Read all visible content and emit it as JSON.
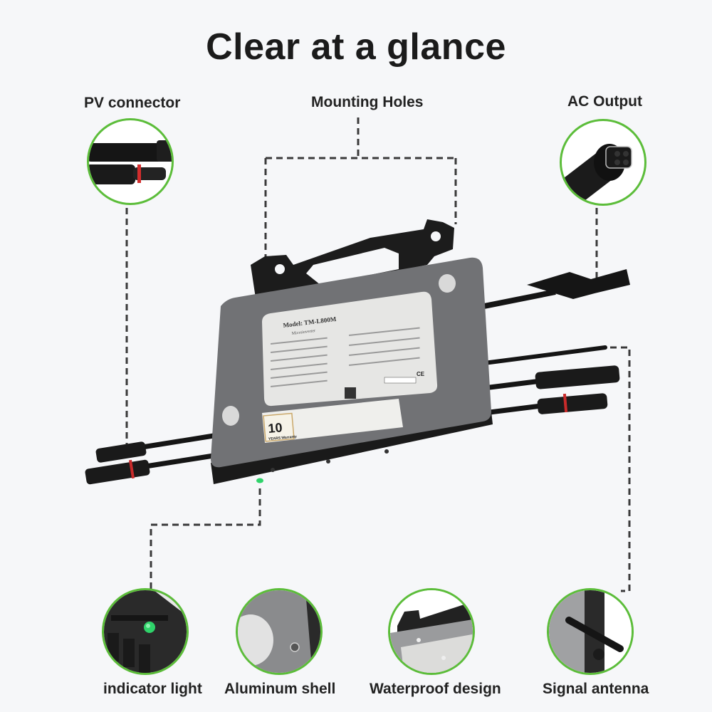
{
  "title": "Clear at a glance",
  "features": {
    "pv_connector": {
      "label": "PV connector"
    },
    "mounting_holes": {
      "label": "Mounting Holes"
    },
    "ac_output": {
      "label": "AC Output"
    },
    "indicator_light": {
      "label": "indicator light"
    },
    "aluminum_shell": {
      "label": "Aluminum shell"
    },
    "waterproof_design": {
      "label": "Waterproof design"
    },
    "signal_antenna": {
      "label": "Signal antenna"
    }
  },
  "device": {
    "model": "Model: TM-L800M",
    "subtitle": "Microinverter",
    "warranty_years": "10",
    "warranty_text": "YEARS Warranty",
    "mark": "CE"
  },
  "colors": {
    "accent_green": "#5cbd3a",
    "background": "#f6f7f9",
    "shell_gray": "#6e6f72",
    "label_plate": "#e8e8e6",
    "led_green": "#2fd36a"
  }
}
